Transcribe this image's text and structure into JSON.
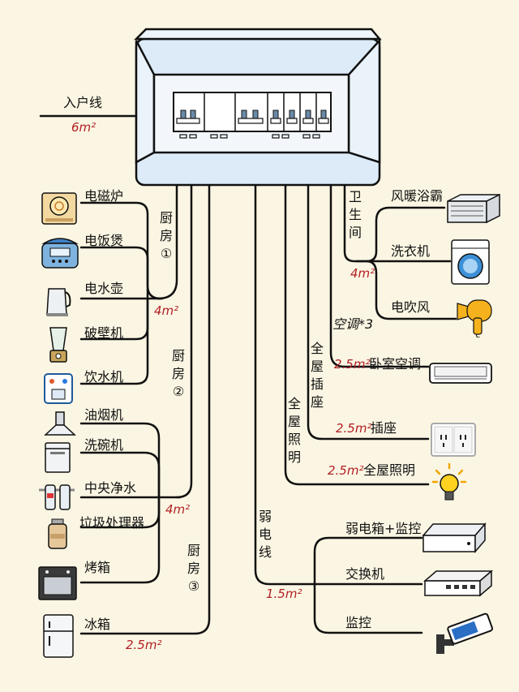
{
  "incoming": {
    "label": "入户线",
    "spec": "6m²"
  },
  "groups": {
    "kitchen1": {
      "label": "厨房①",
      "spec": "4m²",
      "appliances": [
        "电磁炉",
        "电饭煲",
        "电水壶",
        "破壁机",
        "饮水机"
      ]
    },
    "kitchen2": {
      "label": "厨房②",
      "spec": "4m²",
      "appliances": [
        "油烟机",
        "洗碗机",
        "中央净水",
        "垃圾处理器",
        "烤箱"
      ]
    },
    "kitchen3": {
      "label": "厨房③",
      "spec": "2.5m²",
      "appliances": [
        "冰箱"
      ]
    },
    "bathroom": {
      "label": "卫生间",
      "spec": "4m²",
      "appliances": [
        "风暖浴霸",
        "洗衣机",
        "电吹风"
      ]
    },
    "ac": {
      "label": "空调*3",
      "spec": "2.5m²",
      "appliance": "卧室空调"
    },
    "sockets": {
      "label": "全屋插座",
      "spec": "2.5m²",
      "appliance": "插座"
    },
    "lighting": {
      "label": "全屋照明",
      "spec": "2.5m²",
      "appliance": "全屋照明"
    },
    "weak": {
      "label": "弱电线",
      "spec": "1.5m²",
      "appliances": [
        "弱电箱+监控",
        "交换机",
        "监控"
      ]
    }
  },
  "colors": {
    "background": "#fbf6e3",
    "line": "#111111",
    "spec_text": "#b21f24",
    "panel": "#dcebf7"
  },
  "icons": [
    "induction-cooker-icon",
    "rice-cooker-icon",
    "kettle-icon",
    "blender-icon",
    "water-dispenser-icon",
    "range-hood-icon",
    "dishwasher-icon",
    "water-purifier-icon",
    "garbage-disposer-icon",
    "oven-icon",
    "fridge-icon",
    "bath-heater-icon",
    "washing-machine-icon",
    "hair-dryer-icon",
    "air-conditioner-icon",
    "socket-icon",
    "light-bulb-icon",
    "weak-box-icon",
    "network-switch-icon",
    "camera-icon"
  ]
}
